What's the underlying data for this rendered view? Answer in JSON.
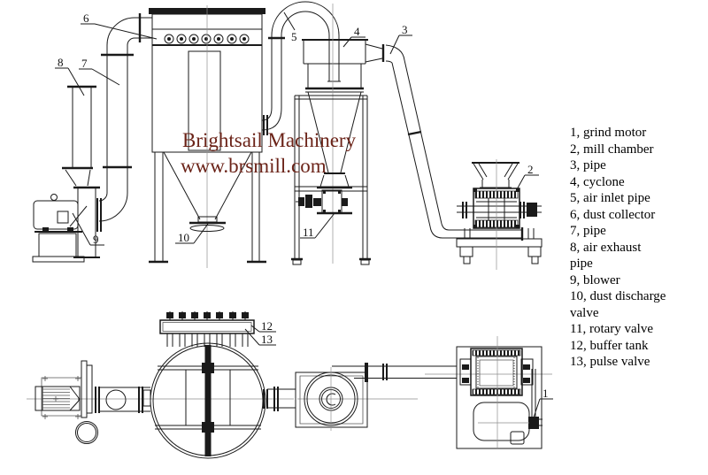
{
  "watermark": {
    "line1": "Brightsail Machinery",
    "line2": "www.brsmill.com",
    "color": "#6b2318"
  },
  "legend": {
    "lines": [
      "1、grind motor",
      "2、mill chamber",
      "3、pipe",
      "4、cyclone",
      "5、air inlet pipe",
      "6、dust collector",
      "7、pipe",
      "8、air exhaust",
      "pipe",
      "9、blower",
      "10、dust discharge",
      "valve",
      "11、rotary valve",
      "12、buffer tank",
      "13、pulse valve"
    ]
  },
  "callouts": {
    "n1": "1",
    "n2": "2",
    "n3": "3",
    "n4": "4",
    "n5": "5",
    "n6": "6",
    "n7": "7",
    "n8": "8",
    "n9": "9",
    "n10": "10",
    "n11": "11",
    "n12": "12",
    "n13": "13"
  },
  "colors": {
    "line": "#1a1a1a",
    "centerline": "#8f8f8f",
    "background": "#ffffff"
  }
}
